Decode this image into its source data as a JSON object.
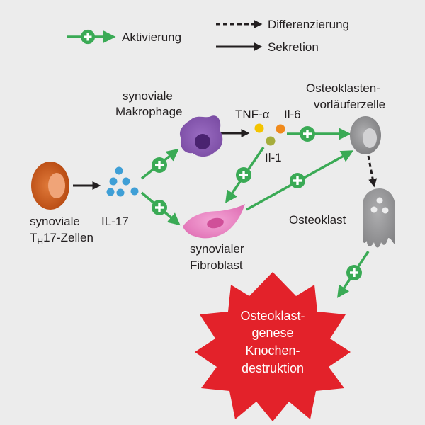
{
  "legend": {
    "activation": "Aktivierung",
    "differentiation": "Differenzierung",
    "secretion": "Sekretion"
  },
  "cells": {
    "th17_line1": "synoviale",
    "th17_line2_main": "T",
    "th17_line2_sub": "H",
    "th17_line2_rest": "17-Zellen",
    "macrophage_line1": "synoviale",
    "macrophage_line2": "Makrophage",
    "fibroblast_line1": "synovialer",
    "fibroblast_line2": "Fibroblast",
    "precursor_line1": "Osteoklasten-",
    "precursor_line2": "vorläuferzelle",
    "osteoclast": "Osteoklast"
  },
  "cytokines": {
    "il17": "IL-17",
    "tnf": "TNF-α",
    "il6": "Il-6",
    "il1": "Il-1"
  },
  "outcome": {
    "line1": "Osteoklast-",
    "line2": "genese",
    "line3": "Knochen-",
    "line4": "destruktion"
  },
  "colors": {
    "activation_green": "#3aaa55",
    "burst_red": "#e3222a",
    "th17_brown": "#c2531c",
    "macrophage_purple": "#8a5cb0",
    "fibroblast_pink": "#e880c0",
    "il17_blue": "#3f9fd6",
    "tnf_yellow": "#f4c400",
    "il6_orange": "#f08a1c",
    "il1_olive": "#a6ad3c",
    "precursor_gray": "#8e8e90",
    "background": "#ececec"
  }
}
